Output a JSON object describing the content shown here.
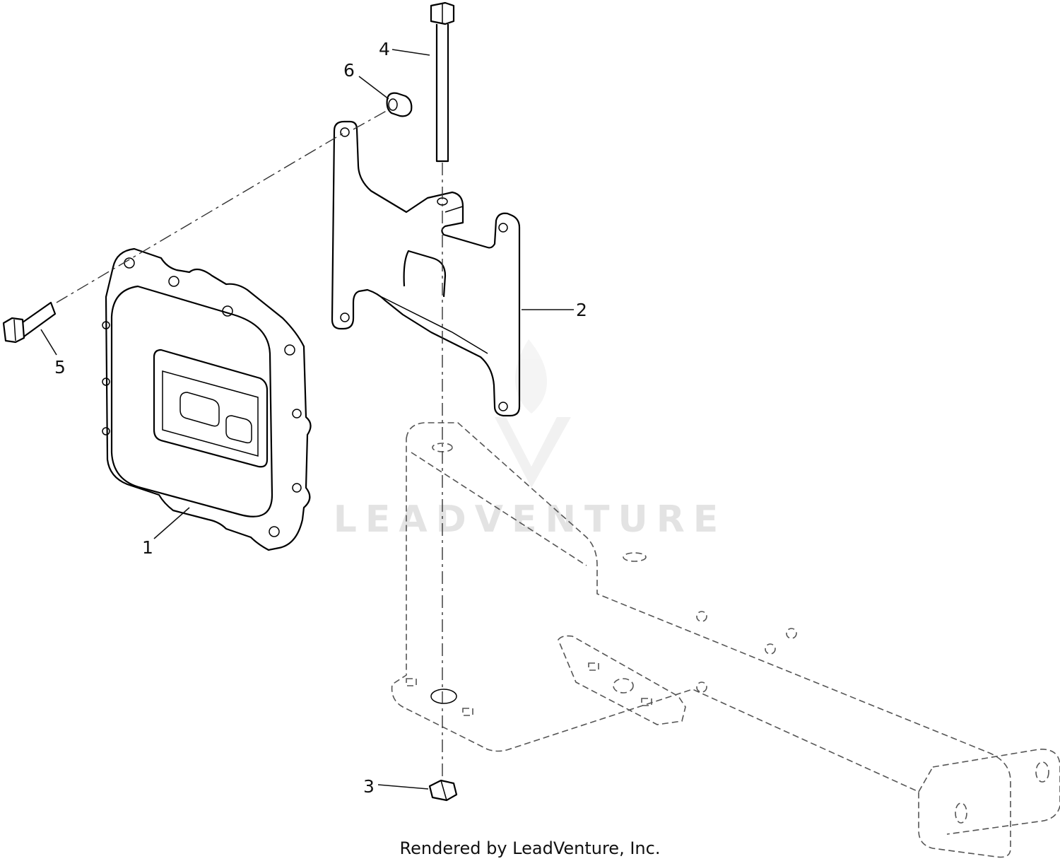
{
  "diagram": {
    "callouts": [
      {
        "id": "1",
        "label": "1"
      },
      {
        "id": "2",
        "label": "2"
      },
      {
        "id": "3",
        "label": "3"
      },
      {
        "id": "4",
        "label": "4"
      },
      {
        "id": "5",
        "label": "5"
      },
      {
        "id": "6",
        "label": "6"
      }
    ],
    "watermark": {
      "text": "LEADVENTURE",
      "logo_icon": "leadventure-flame-logo-icon",
      "color": "#e3e3e3"
    }
  },
  "footer": {
    "credit": "Rendered by LeadVenture, Inc."
  },
  "colors": {
    "line": "#000000",
    "background": "#ffffff"
  }
}
